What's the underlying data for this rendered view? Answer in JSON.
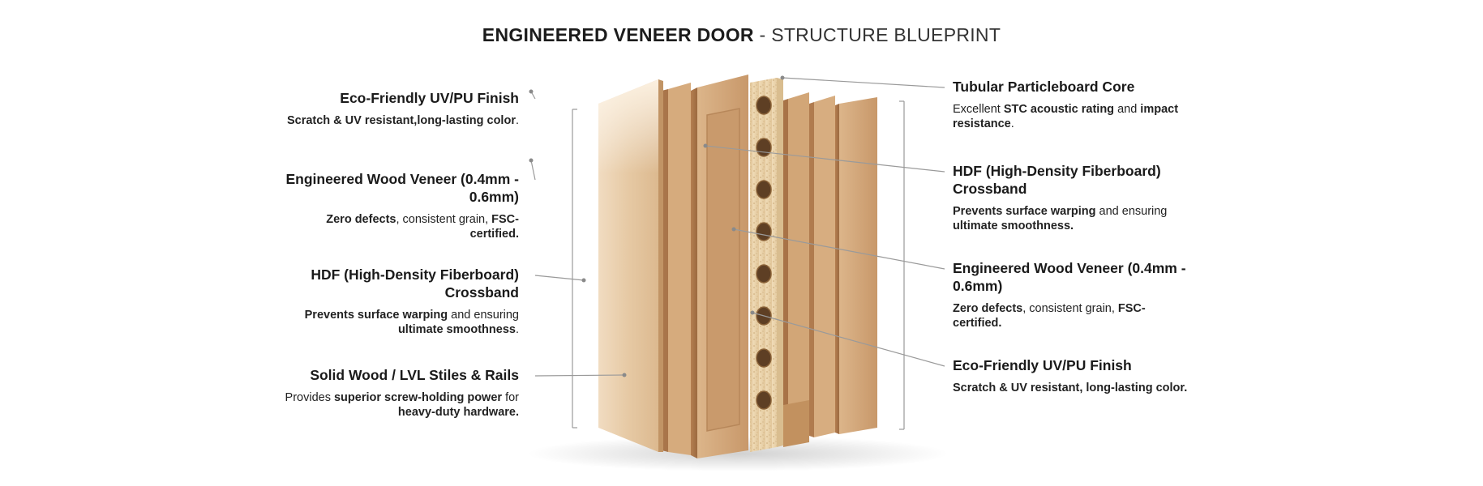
{
  "title": {
    "bold": "ENGINEERED VENEER DOOR",
    "sep": " - ",
    "rest": "STRUCTURE BLUEPRINT"
  },
  "left_labels": [
    {
      "heading": "Eco-Friendly UV/PU Finish",
      "desc_parts": [
        [
          "Scratch & UV resistant,",
          true
        ],
        [
          "long-lasting color",
          true
        ],
        [
          ".",
          false
        ]
      ]
    },
    {
      "heading": "Engineered Wood Veneer (0.4mm - 0.6mm)",
      "desc_parts": [
        [
          "Zero defects",
          true
        ],
        [
          ", consistent grain, ",
          false
        ],
        [
          "FSC-certified.",
          true
        ]
      ]
    },
    {
      "heading": "HDF (High-Density Fiberboard) Crossband",
      "desc_parts": [
        [
          "Prevents surface warping",
          true
        ],
        [
          " and ensuring ",
          false
        ],
        [
          "ultimate smoothness",
          true
        ],
        [
          ".",
          false
        ]
      ]
    },
    {
      "heading": "Solid Wood / LVL Stiles & Rails",
      "desc_parts": [
        [
          "Provides ",
          false
        ],
        [
          "superior screw-holding power",
          true
        ],
        [
          " for ",
          false
        ],
        [
          "heavy-duty hardware.",
          true
        ]
      ]
    }
  ],
  "right_labels": [
    {
      "heading": "Tubular Particleboard Core",
      "desc_parts": [
        [
          "Excellent ",
          false
        ],
        [
          "STC acoustic rating",
          true
        ],
        [
          " and ",
          false
        ],
        [
          "impact resistance",
          true
        ],
        [
          ".",
          false
        ]
      ]
    },
    {
      "heading": "HDF (High-Density Fiberboard) Crossband",
      "desc_parts": [
        [
          "Prevents surface warping",
          true
        ],
        [
          " and ensuring ",
          false
        ],
        [
          "ultimate smoothness.",
          true
        ]
      ]
    },
    {
      "heading": "Engineered Wood Veneer (0.4mm - 0.6mm)",
      "desc_parts": [
        [
          "Zero defects",
          true
        ],
        [
          ", consistent grain, ",
          false
        ],
        [
          "FSC-certified.",
          true
        ]
      ]
    },
    {
      "heading": "Eco-Friendly UV/PU Finish",
      "desc_parts": [
        [
          "Scratch & UV resistant, long-lasting color.",
          true
        ]
      ]
    }
  ],
  "colors": {
    "wood_light": "#e2c29c",
    "wood_mid": "#cfa478",
    "wood_dark": "#b78356",
    "core": "#e9d3ae",
    "leader": "#9a9a9a"
  }
}
